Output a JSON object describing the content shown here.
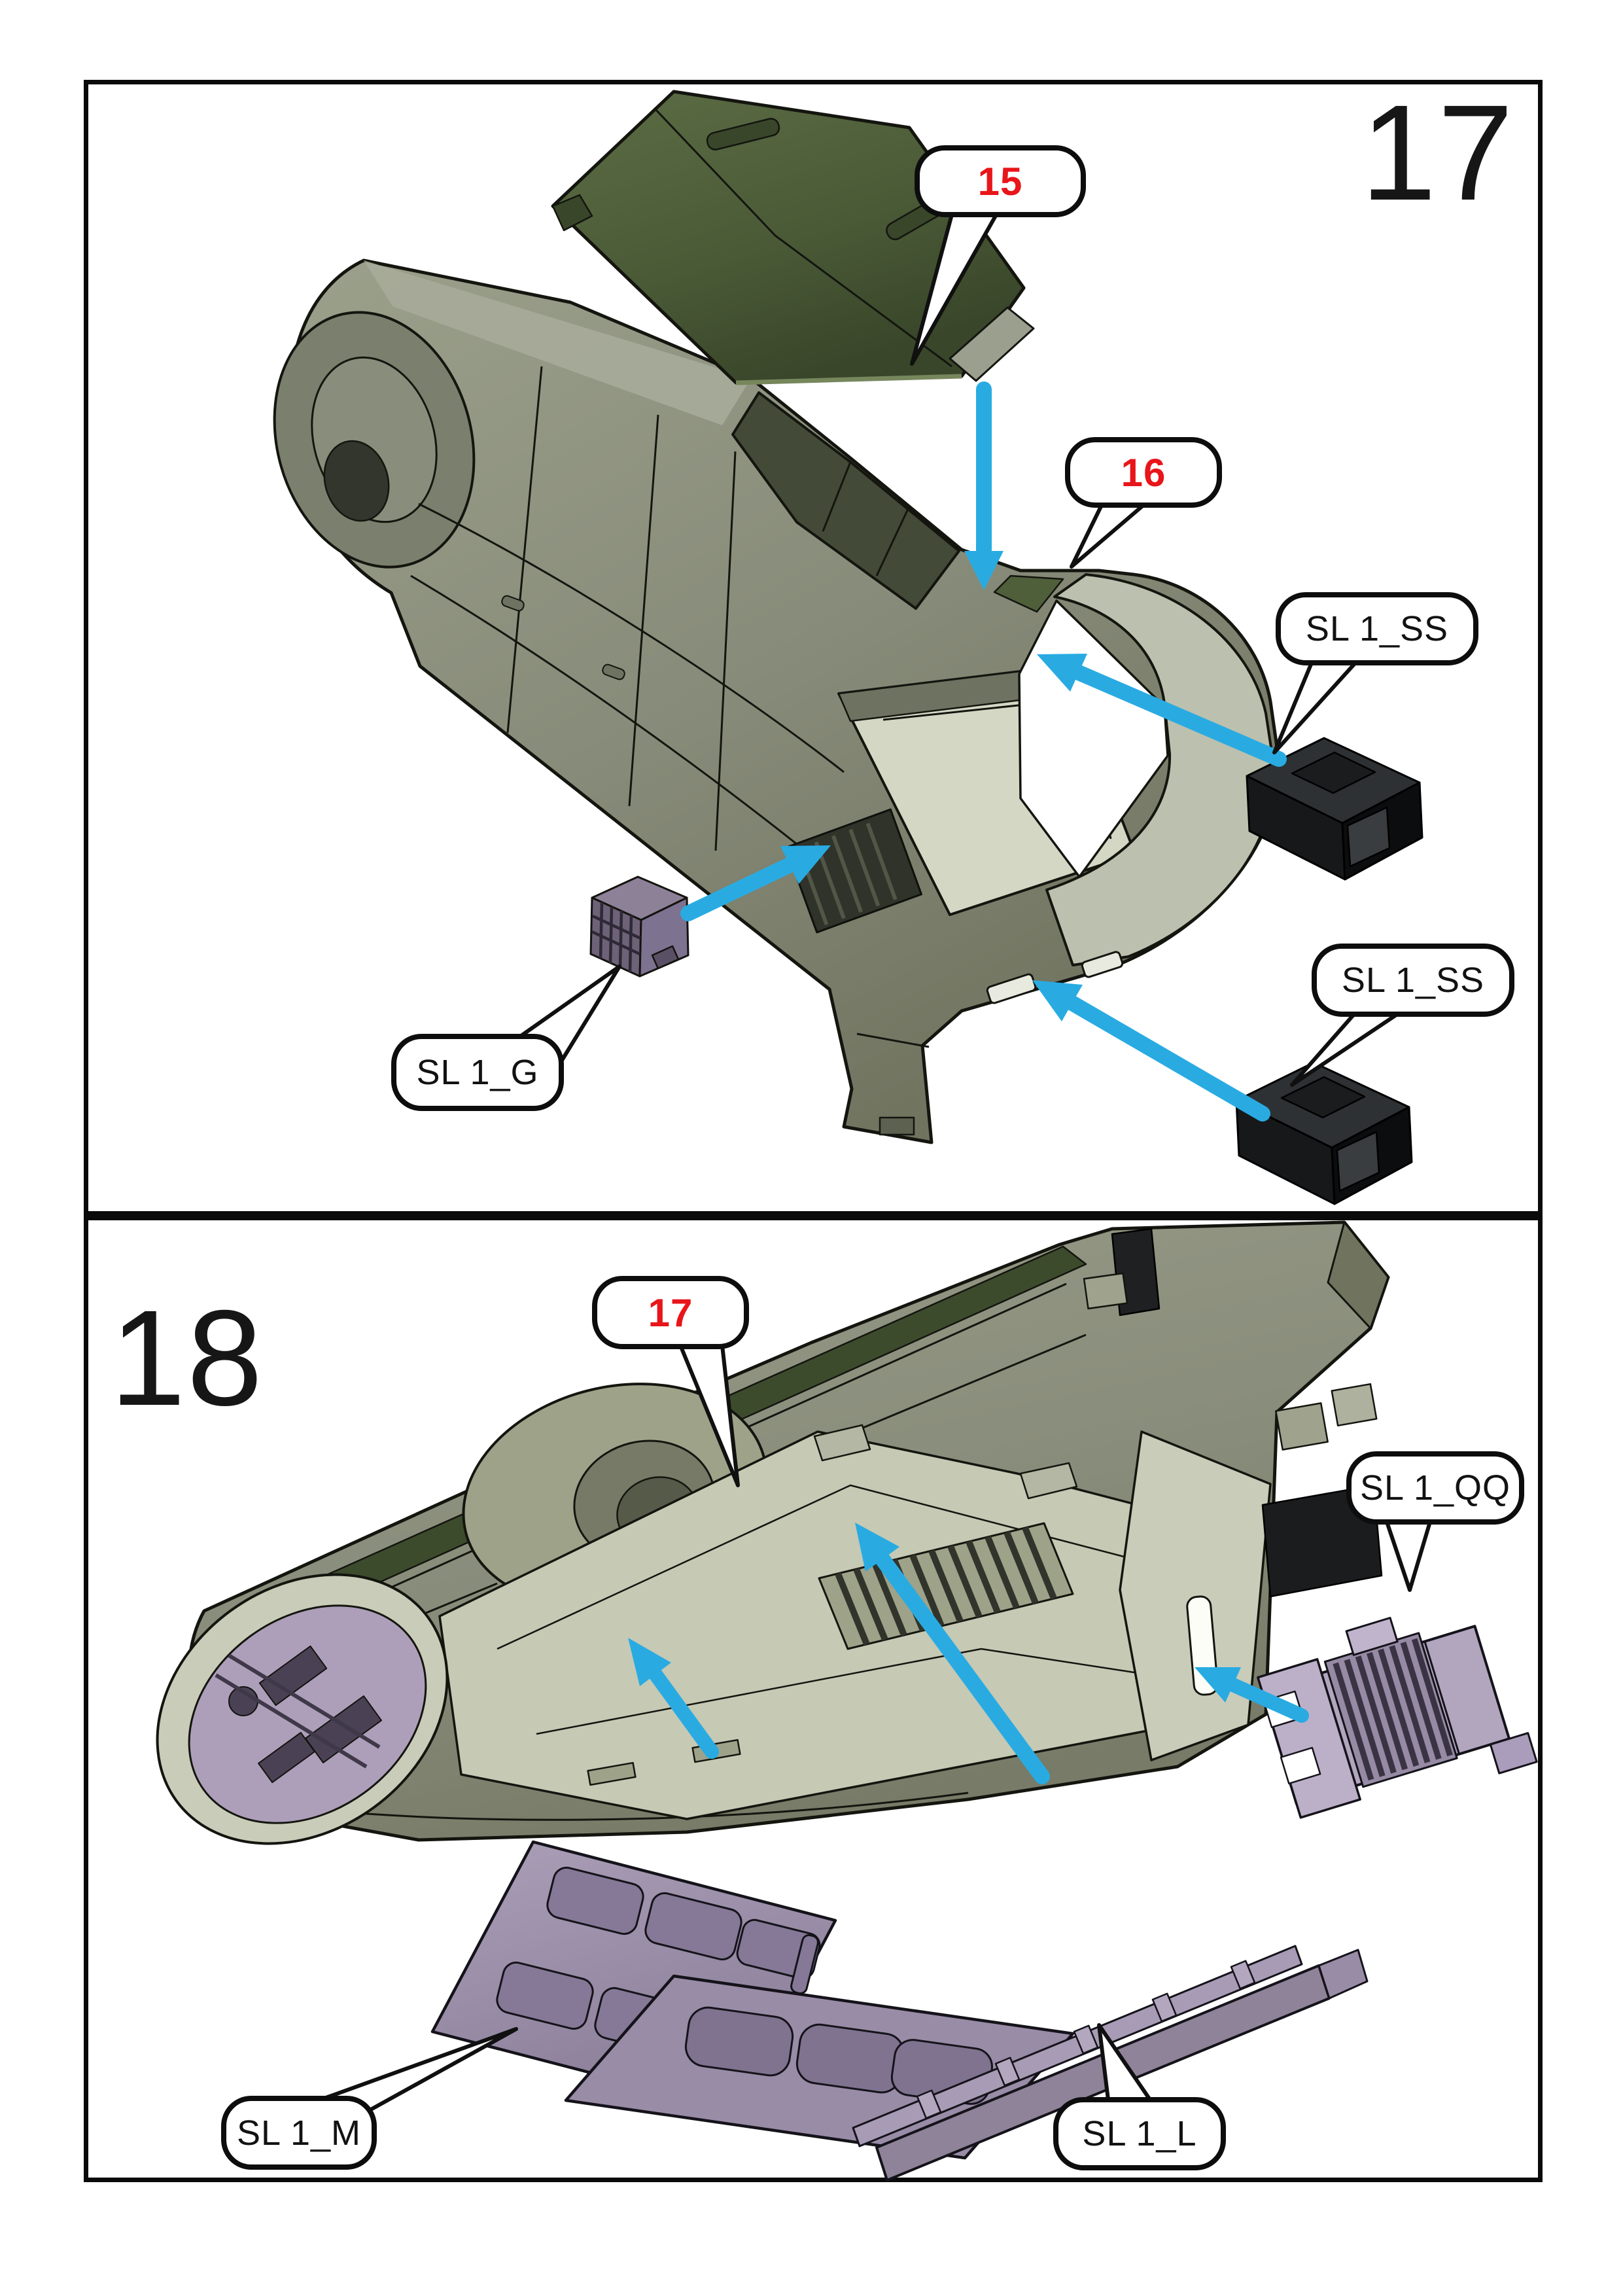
{
  "steps": {
    "first": {
      "number": "17"
    },
    "second": {
      "number": "18"
    }
  },
  "callouts": {
    "part15": {
      "label": "15",
      "color": "#e8151a"
    },
    "part16": {
      "label": "16",
      "color": "#e8151a"
    },
    "ss_top": {
      "label": "SL 1_SS",
      "color": "#121212"
    },
    "g": {
      "label": "SL 1_G",
      "color": "#121212"
    },
    "ss_bottom": {
      "label": "SL 1_SS",
      "color": "#121212"
    },
    "part17": {
      "label": "17",
      "color": "#e8151a"
    },
    "qq": {
      "label": "SL 1_QQ",
      "color": "#121212"
    },
    "m": {
      "label": "SL 1_M",
      "color": "#121212"
    },
    "l": {
      "label": "SL 1_L",
      "color": "#121212"
    }
  },
  "colors": {
    "panel_border": "#0a0a0a",
    "arrow_blue": "#29abe2",
    "callout_number_red": "#e8151a",
    "fuselage_olive": "#8b8f7d",
    "interior_cream": "#c6c9b4",
    "cowling_green": "#4e5f3a",
    "part_black": "#17181a",
    "part_purple": "#9b8fa9"
  }
}
